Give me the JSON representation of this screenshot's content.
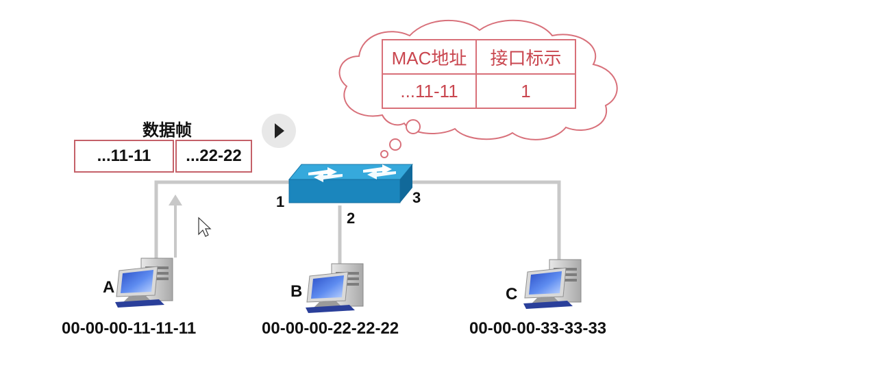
{
  "bubble_table": {
    "headers": [
      "MAC地址",
      "接口标示"
    ],
    "rows": [
      [
        "...11-11",
        "1"
      ]
    ]
  },
  "frame": {
    "title": "数据帧",
    "cells": [
      "...11-11",
      "...22-22"
    ]
  },
  "switch": {
    "ports": [
      "1",
      "2",
      "3"
    ]
  },
  "hosts": [
    {
      "label": "A",
      "mac": "00-00-00-11-11-11"
    },
    {
      "label": "B",
      "mac": "00-00-00-22-22-22"
    },
    {
      "label": "C",
      "mac": "00-00-00-33-33-33"
    }
  ],
  "colors": {
    "table_border": "#d86f78",
    "table_text": "#c9464f",
    "link": "#c8c8c8",
    "switch_body": "#1b86bd",
    "switch_top": "#36a9dc"
  }
}
